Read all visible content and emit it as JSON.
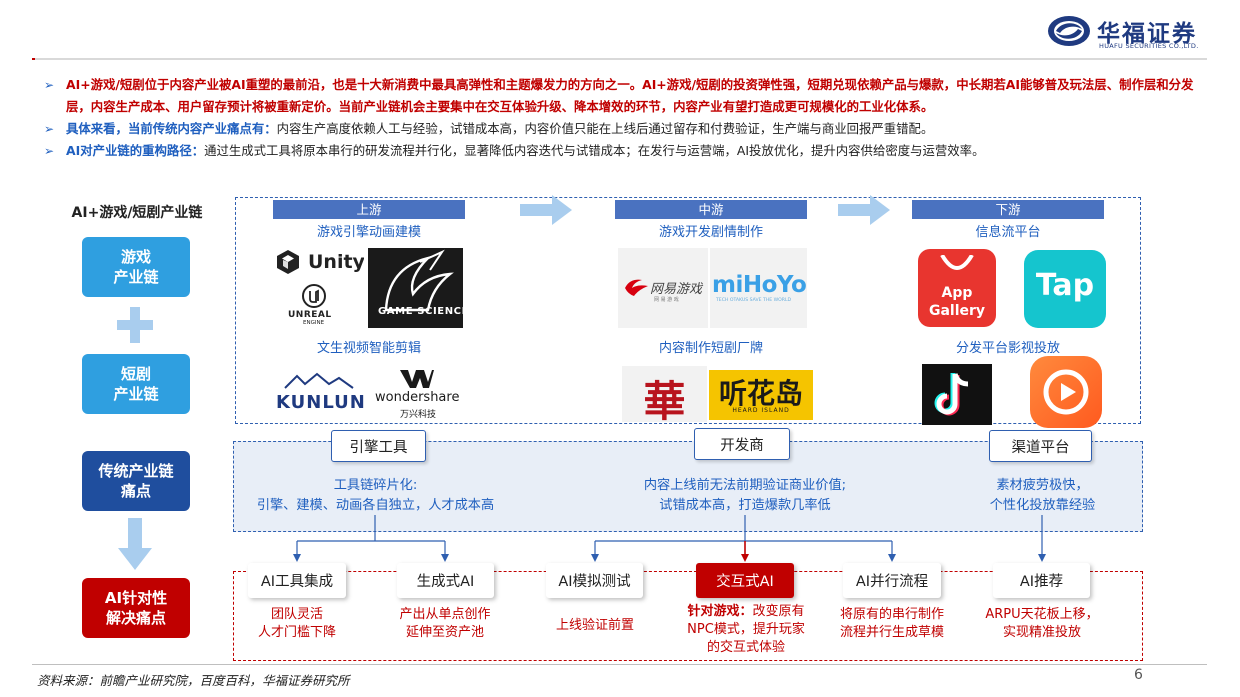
{
  "header": {
    "brand_cn": "华福证券",
    "brand_en": "HUAFU SECURITIES CO.,LTD."
  },
  "bullets": [
    {
      "lead": "AI+游戏/短剧位于内容产业被AI重塑的最前沿，也是十大新消费中最具高弹性和主题爆发力的方向之一。AI+游戏/短剧的投资弹性强，短期兑现依赖产品与爆款，中长期若AI能够普及玩法层、制作层和分发层，内容生产成本、用户留存预计将被重新定价。当前产业链机会主要集中在交互体验升级、降本增效的环节，内容产业有望打造成更可规模化的工业化体系。",
      "text": ""
    },
    {
      "lead": "具体来看，当前传统内容产业痛点有：",
      "text": "内容生产高度依赖人工与经验，试错成本高，内容价值只能在上线后通过留存和付费验证，生产端与商业回报严重错配。"
    },
    {
      "lead": "AI对产业链的重构路径：",
      "text": "通过生成式工具将原本串行的研发流程并行化，显著降低内容迭代与试错成本；在发行与运营端，AI投放优化，提升内容供给密度与运营效率。"
    }
  ],
  "left_column": {
    "title": "AI+游戏/短剧产业链",
    "game_chain": "游戏\n产业链",
    "drama_chain": "短剧\n产业链",
    "pain_points": "传统产业链\n痛点",
    "ai_solution": "AI针对性\n解决痛点"
  },
  "stages": [
    "上游",
    "中游",
    "下游"
  ],
  "captions": {
    "up_game": "游戏引擎动画建模",
    "mid_game": "游戏开发剧情制作",
    "down_game": "信息流平台",
    "up_drama": "文生视频智能剪辑",
    "mid_drama": "内容制作短剧厂牌",
    "down_drama": "分发平台影视投放"
  },
  "logos": {
    "unity": "Unity",
    "unreal": "UNREAL",
    "unreal_sub": "ENGINE",
    "game_science": "GAME SCIENCE",
    "netease": "网易游戏",
    "netease_sub": "网 易 游 戏",
    "mihoyo": "miHoYo",
    "mihoyo_sub": "TECH OTAKUS SAVE THE WORLD",
    "app_gallery_1": "App",
    "app_gallery_2": "Gallery",
    "taptap": "Tap",
    "kunlun": "KUNLUN",
    "wondershare": "wondershare",
    "wondershare_sub": "万兴科技",
    "huace": "華",
    "tinghuadao": "听花岛",
    "tinghuadao_sub": "HEARD ISLAND"
  },
  "tags": {
    "engine": "引擎工具",
    "developer": "开发商",
    "channel": "渠道平台"
  },
  "pain_texts": {
    "engine": "工具链碎片化:\n引擎、建模、动画各自独立，人才成本高",
    "developer": "内容上线前无法前期验证商业价值;\n试错成本高，打造爆款几率低",
    "channel": "素材疲劳极快，\n个性化投放靠经验"
  },
  "solutions": [
    {
      "label": "AI工具集成",
      "desc": "团队灵活\n人才门槛下降"
    },
    {
      "label": "生成式AI",
      "desc": "产出从单点创作\n延伸至资产池"
    },
    {
      "label": "AI模拟测试",
      "desc": "上线验证前置"
    },
    {
      "label": "交互式AI",
      "desc_lead": "针对游戏：",
      "desc": "改变原有\nNPC模式，提升玩家\n的交互式体验"
    },
    {
      "label": "AI并行流程",
      "desc": "将原有的串行制作\n流程并行生成草模"
    },
    {
      "label": "AI推荐",
      "desc": "ARPU天花板上移，\n实现精准投放"
    }
  ],
  "footer": {
    "source": "资料来源：前瞻产业研究院，百度百科，华福证券研究所",
    "page": "6"
  },
  "colors": {
    "brand_navy": "#1f3a80",
    "accent_red": "#c00000",
    "accent_blue": "#1f5fbf",
    "stage_blue": "#4a72c0"
  }
}
